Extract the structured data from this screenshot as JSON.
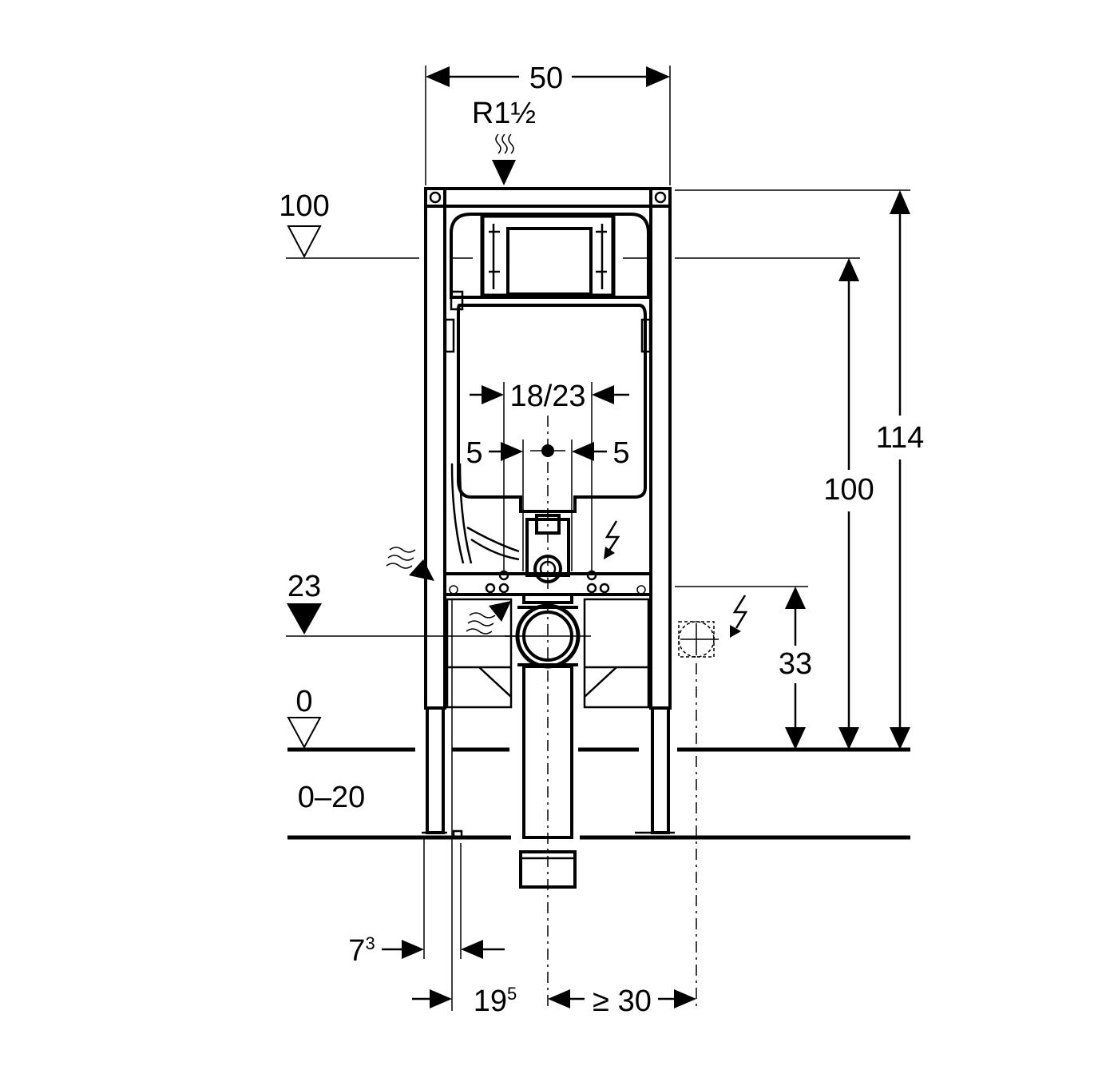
{
  "dimensions": {
    "width_top": "50",
    "inlet": "R1½",
    "level_100": "100",
    "level_23": "23",
    "level_0": "0",
    "floor_range": "0–20",
    "spacing": "18/23",
    "offset_left": "5",
    "offset_right": "5",
    "height_114": "114",
    "height_100": "100",
    "height_33": "33",
    "leg_offset_base": "7",
    "leg_offset_sup": "3",
    "frame_offset_base": "19",
    "frame_offset_sup": "5",
    "clearance": "≥ 30"
  }
}
